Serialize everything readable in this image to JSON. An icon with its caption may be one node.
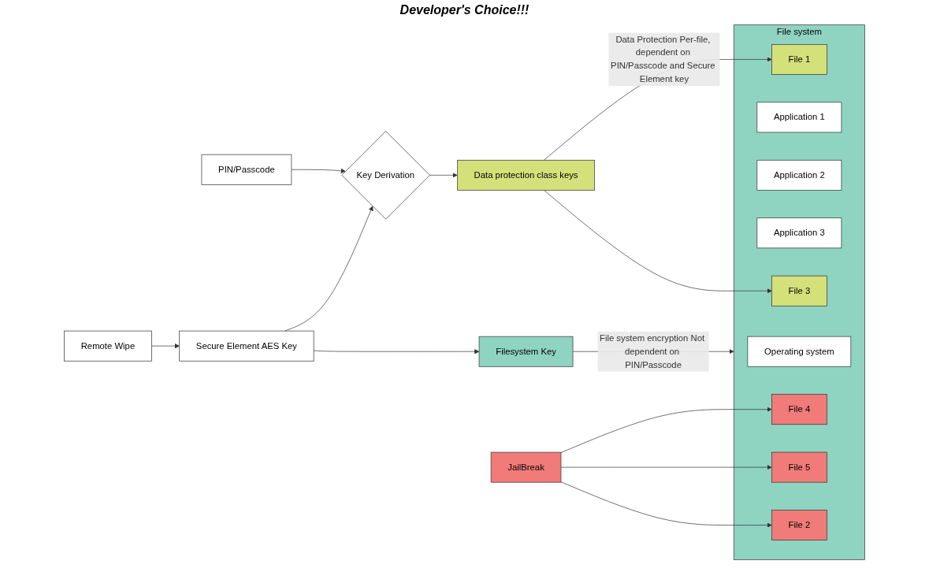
{
  "diagram": {
    "nodes": [
      {
        "text": [
          "PIN/Passcode"
        ]
      },
      {
        "text": [
          "Key Derivation"
        ]
      },
      {
        "text": [
          "Data protection class keys"
        ]
      },
      {
        "text": [
          "Secure Element AES Key"
        ]
      },
      {
        "text": [
          "Filesystem Key"
        ]
      },
      {
        "text": [
          "Remote Wipe"
        ]
      },
      {
        "text": [
          "File system"
        ]
      },
      {
        "text": [
          "Operating system"
        ],
        "in": 6
      },
      {
        "text": [
          "Application 1"
        ],
        "in": 6
      },
      {
        "text": [
          "Application 2"
        ],
        "in": 6
      },
      {
        "text": [
          "Application 3"
        ],
        "in": 6
      },
      {
        "text": [
          "File 1"
        ],
        "in": 6
      },
      {
        "text": [
          "File 2"
        ],
        "in": 6
      },
      {
        "text": [
          "File 3"
        ],
        "in": 6
      },
      {
        "text": [
          "File 4"
        ],
        "in": 6
      },
      {
        "text": [
          "File 5"
        ],
        "in": 6
      },
      {
        "text": [
          "JailBreak"
        ]
      }
    ],
    "edges": [
      {
        "from": 0,
        "to": 1,
        "arrow": "to"
      },
      {
        "from": 3,
        "to": 1,
        "arrow": "to"
      },
      {
        "from": 1,
        "to": 2,
        "arrow": "to"
      },
      {
        "from": 2,
        "to": 11,
        "arrow": "to",
        "label": "Data Protection Per-file, dependent on PIN/Passcode and Secure Element key"
      },
      {
        "from": 2,
        "to": 13,
        "arrow": "to"
      },
      {
        "from": 3,
        "to": 4,
        "arrow": "to"
      },
      {
        "from": 4,
        "to": 6,
        "arrow": "to",
        "label": "File system encryption Not dependent on PIN/Passcode"
      },
      {
        "from": 5,
        "to": 3,
        "arrow": "to"
      },
      {
        "from": 16,
        "to": 14,
        "arrow": "to"
      },
      {
        "from": 16,
        "to": 15,
        "arrow": "to"
      },
      {
        "from": 16,
        "to": 12,
        "arrow": "to"
      }
    ],
    "labels": [
      "Developer's Choice!!!"
    ]
  }
}
